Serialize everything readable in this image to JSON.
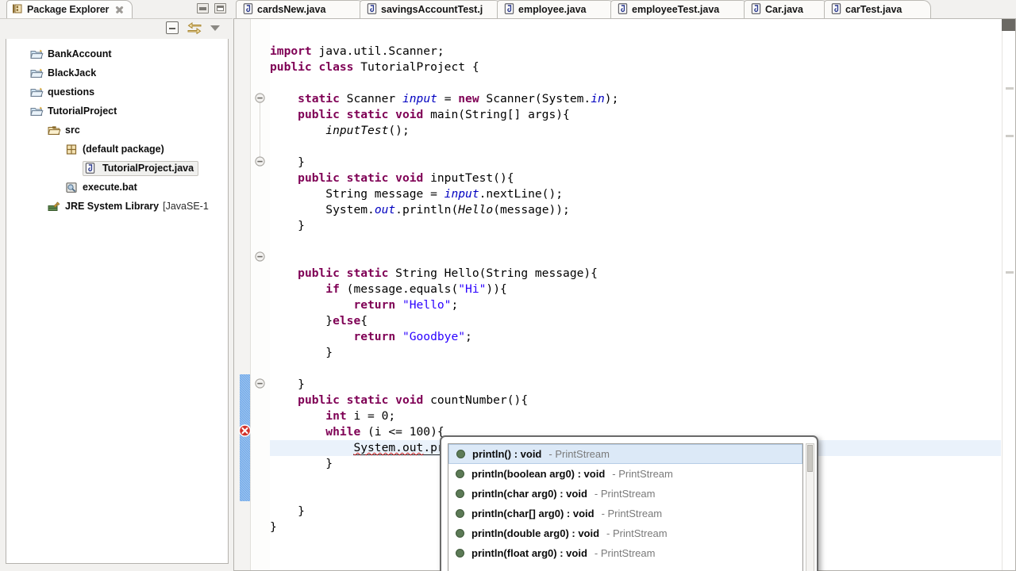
{
  "left_view": {
    "tab_label": "Package Explorer",
    "tab_icon": "package-explorer-icon",
    "close_icon": "close-icon",
    "minimize_icon": "minimize-icon",
    "maximize_icon": "maximize-icon",
    "toolbar": {
      "collapse_all_icon": "collapse-all-icon",
      "link_with_editor_icon": "link-with-editor-icon",
      "view_menu_icon": "chevron-down-icon"
    },
    "tree": [
      {
        "label": "BankAccount",
        "icon": "folder-icon",
        "indent": 1,
        "selected": false,
        "dim": ""
      },
      {
        "label": "BlackJack",
        "icon": "folder-icon",
        "indent": 1,
        "selected": false,
        "dim": ""
      },
      {
        "label": "questions",
        "icon": "folder-icon",
        "indent": 1,
        "selected": false,
        "dim": ""
      },
      {
        "label": "TutorialProject",
        "icon": "folder-icon",
        "indent": 1,
        "selected": false,
        "dim": ""
      },
      {
        "label": "src",
        "icon": "source-folder-icon",
        "indent": 2,
        "selected": false,
        "dim": ""
      },
      {
        "label": "(default package)",
        "icon": "package-icon",
        "indent": 3,
        "selected": false,
        "dim": ""
      },
      {
        "label": "TutorialProject.java",
        "icon": "java-file-icon",
        "indent": 4,
        "selected": true,
        "dim": ""
      },
      {
        "label": "execute.bat",
        "icon": "batch-file-icon",
        "indent": 3,
        "selected": false,
        "dim": ""
      },
      {
        "label": "JRE System Library",
        "icon": "jre-library-icon",
        "indent": 2,
        "selected": false,
        "dim": " [JavaSE-1"
      }
    ]
  },
  "editor_tabs": [
    {
      "label": "cardsNew.java",
      "icon": "java-file-icon",
      "active": false
    },
    {
      "label": "savingsAccountTest.j",
      "icon": "java-file-icon",
      "active": false
    },
    {
      "label": "employee.java",
      "icon": "java-file-icon",
      "active": false
    },
    {
      "label": "employeeTest.java",
      "icon": "java-file-icon",
      "active": false
    },
    {
      "label": "Car.java",
      "icon": "java-file-icon",
      "active": false
    },
    {
      "label": "carTest.java",
      "icon": "java-file-icon",
      "active": false
    }
  ],
  "editor": {
    "error_marker_icon": "error-marker-icon",
    "fold_collapse_icon": "fold-collapse-icon",
    "change_bar_color": "#6fa8e8",
    "current_line_color": "#eaf2fb",
    "code_lines": [
      {
        "indent": 0,
        "tokens": [
          {
            "t": "import ",
            "c": "kw"
          },
          {
            "t": "java.util.Scanner;",
            "c": "pl"
          }
        ]
      },
      {
        "indent": 0,
        "tokens": [
          {
            "t": "public class ",
            "c": "kw"
          },
          {
            "t": "TutorialProject {",
            "c": "pl"
          }
        ]
      },
      {
        "indent": 0,
        "tokens": []
      },
      {
        "indent": 1,
        "tokens": [
          {
            "t": "static ",
            "c": "kw"
          },
          {
            "t": "Scanner ",
            "c": "pl"
          },
          {
            "t": "input",
            "c": "fld"
          },
          {
            "t": " = ",
            "c": "pl"
          },
          {
            "t": "new ",
            "c": "kw"
          },
          {
            "t": "Scanner(System.",
            "c": "pl"
          },
          {
            "t": "in",
            "c": "fld"
          },
          {
            "t": ");",
            "c": "pl"
          }
        ]
      },
      {
        "indent": 1,
        "tokens": [
          {
            "t": "public static void ",
            "c": "kw"
          },
          {
            "t": "main(String[] args){",
            "c": "pl"
          }
        ]
      },
      {
        "indent": 2,
        "tokens": [
          {
            "t": "inputTest",
            "c": "mth"
          },
          {
            "t": "();",
            "c": "pl"
          }
        ]
      },
      {
        "indent": 0,
        "tokens": []
      },
      {
        "indent": 1,
        "tokens": [
          {
            "t": "}",
            "c": "pl"
          }
        ]
      },
      {
        "indent": 1,
        "tokens": [
          {
            "t": "public static void ",
            "c": "kw"
          },
          {
            "t": "inputTest(){",
            "c": "pl"
          }
        ]
      },
      {
        "indent": 2,
        "tokens": [
          {
            "t": "String message = ",
            "c": "pl"
          },
          {
            "t": "input",
            "c": "fld"
          },
          {
            "t": ".nextLine();",
            "c": "pl"
          }
        ]
      },
      {
        "indent": 2,
        "tokens": [
          {
            "t": "System.",
            "c": "pl"
          },
          {
            "t": "out",
            "c": "fld"
          },
          {
            "t": ".println(",
            "c": "pl"
          },
          {
            "t": "Hello",
            "c": "mth"
          },
          {
            "t": "(message));",
            "c": "pl"
          }
        ]
      },
      {
        "indent": 1,
        "tokens": [
          {
            "t": "}",
            "c": "pl"
          }
        ]
      },
      {
        "indent": 0,
        "tokens": []
      },
      {
        "indent": 0,
        "tokens": []
      },
      {
        "indent": 1,
        "tokens": [
          {
            "t": "public static ",
            "c": "kw"
          },
          {
            "t": "String Hello(String message){",
            "c": "pl"
          }
        ]
      },
      {
        "indent": 2,
        "tokens": [
          {
            "t": "if ",
            "c": "kw"
          },
          {
            "t": "(message.equals(",
            "c": "pl"
          },
          {
            "t": "\"Hi\"",
            "c": "str"
          },
          {
            "t": ")){",
            "c": "pl"
          }
        ]
      },
      {
        "indent": 3,
        "tokens": [
          {
            "t": "return ",
            "c": "kw"
          },
          {
            "t": "\"Hello\"",
            "c": "str"
          },
          {
            "t": ";",
            "c": "pl"
          }
        ]
      },
      {
        "indent": 2,
        "tokens": [
          {
            "t": "}",
            "c": "pl"
          },
          {
            "t": "else",
            "c": "kw"
          },
          {
            "t": "{",
            "c": "pl"
          }
        ]
      },
      {
        "indent": 3,
        "tokens": [
          {
            "t": "return ",
            "c": "kw"
          },
          {
            "t": "\"Goodbye\"",
            "c": "str"
          },
          {
            "t": ";",
            "c": "pl"
          }
        ]
      },
      {
        "indent": 2,
        "tokens": [
          {
            "t": "}",
            "c": "pl"
          }
        ]
      },
      {
        "indent": 0,
        "tokens": []
      },
      {
        "indent": 1,
        "tokens": [
          {
            "t": "}",
            "c": "pl"
          }
        ]
      },
      {
        "indent": 1,
        "tokens": [
          {
            "t": "public static void ",
            "c": "kw"
          },
          {
            "t": "countNumber(){",
            "c": "pl"
          }
        ]
      },
      {
        "indent": 2,
        "tokens": [
          {
            "t": "int ",
            "c": "kw"
          },
          {
            "t": "i = 0;",
            "c": "pl"
          }
        ]
      },
      {
        "indent": 2,
        "tokens": [
          {
            "t": "while ",
            "c": "kw"
          },
          {
            "t": "(i <= 100){",
            "c": "pl"
          }
        ]
      },
      {
        "indent": 3,
        "highlight": true,
        "caret": true,
        "tokens": [
          {
            "t": "System.out",
            "c": "pl squig undl"
          },
          {
            "t": ".println",
            "c": "pl undl"
          }
        ]
      },
      {
        "indent": 2,
        "tokens": [
          {
            "t": "}",
            "c": "pl"
          }
        ]
      },
      {
        "indent": 0,
        "tokens": []
      },
      {
        "indent": 0,
        "tokens": []
      },
      {
        "indent": 1,
        "tokens": [
          {
            "t": "}",
            "c": "pl"
          }
        ]
      },
      {
        "indent": 0,
        "tokens": [
          {
            "t": "}",
            "c": "pl"
          }
        ]
      }
    ]
  },
  "autocomplete": {
    "item_icon": "public-method-icon",
    "items": [
      {
        "signature": "println() : void",
        "owner": "- PrintStream",
        "selected": true
      },
      {
        "signature": "println(boolean arg0) : void",
        "owner": "- PrintStream",
        "selected": false
      },
      {
        "signature": "println(char arg0) : void",
        "owner": "- PrintStream",
        "selected": false
      },
      {
        "signature": "println(char[] arg0) : void",
        "owner": "- PrintStream",
        "selected": false
      },
      {
        "signature": "println(double arg0) : void",
        "owner": "- PrintStream",
        "selected": false
      },
      {
        "signature": "println(float arg0) : void",
        "owner": "- PrintStream",
        "selected": false
      }
    ]
  }
}
